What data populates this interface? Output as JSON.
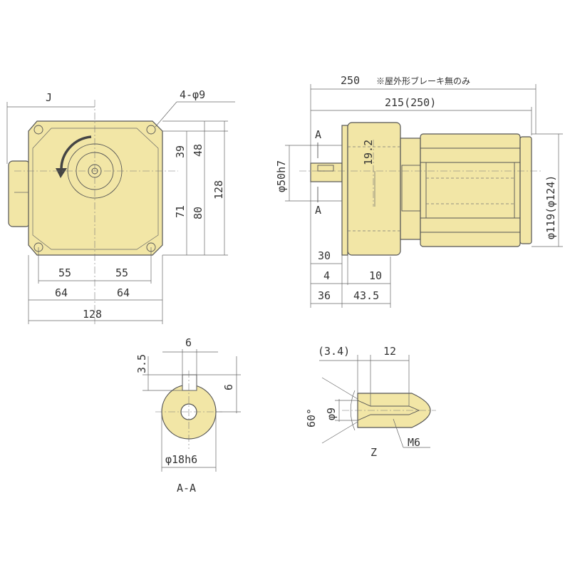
{
  "front_view": {
    "label_j": "J",
    "hole_note": "4-φ9",
    "dim_39": "39",
    "dim_48": "48",
    "dim_128_v": "128",
    "dim_71": "71",
    "dim_80": "80",
    "dim_55_left": "55",
    "dim_55_right": "55",
    "dim_64_left": "64",
    "dim_64_right": "64",
    "dim_128_h": "128"
  },
  "side_view": {
    "dim_250": "250",
    "note": "※屋外形ブレーキ無のみ",
    "dim_215": "215(250)",
    "section_mark_top": "A",
    "section_mark_bottom": "A",
    "dim_phi50": "φ50h7",
    "dim_19_2": "19.2",
    "dim_phi119": "φ119(φ124)",
    "dim_30": "30",
    "dim_4": "4",
    "dim_10": "10",
    "dim_36": "36",
    "dim_43_5": "43.5"
  },
  "section_aa": {
    "dim_6_top": "6",
    "dim_3_5": "3.5",
    "dim_6_side": "6",
    "dim_phi18": "φ18h6",
    "label": "A-A"
  },
  "detail_z": {
    "dim_3_4": "(3.4)",
    "dim_12": "12",
    "angle_60": "60°",
    "dim_phi9": "φ9",
    "thread": "M6",
    "label": "Z"
  },
  "colors": {
    "body": "#f2e6a6",
    "lines": "#555555",
    "text": "#333333"
  }
}
